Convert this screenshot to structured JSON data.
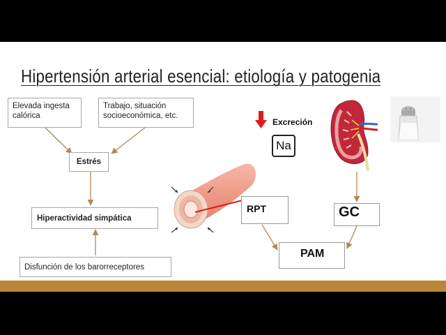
{
  "slide": {
    "title": "Hipertensión arterial esencial: etiología y patogenia",
    "boxes": {
      "caloric_intake": "Elevada ingesta calórica",
      "work_situation": "Trabajo, situación socioeconómica, etc.",
      "stress": "Estrés",
      "sympathetic": "Hiperactividad simpática",
      "baroreceptors": "Disfunción de los barorreceptores"
    },
    "excretion_label": "Excreción",
    "sodium_symbol": "Na",
    "rpt_label": "RPT",
    "gc_label": "GC",
    "pam_label": "PAM",
    "colors": {
      "arrow_red": "#e11b1b",
      "accent_bar": "#b9863a",
      "connector": "#b08a55"
    },
    "icons": [
      "down-arrow-icon",
      "up-arrow-icon",
      "kidney-image",
      "salt-shaker-image",
      "blood-vessel-image"
    ]
  }
}
